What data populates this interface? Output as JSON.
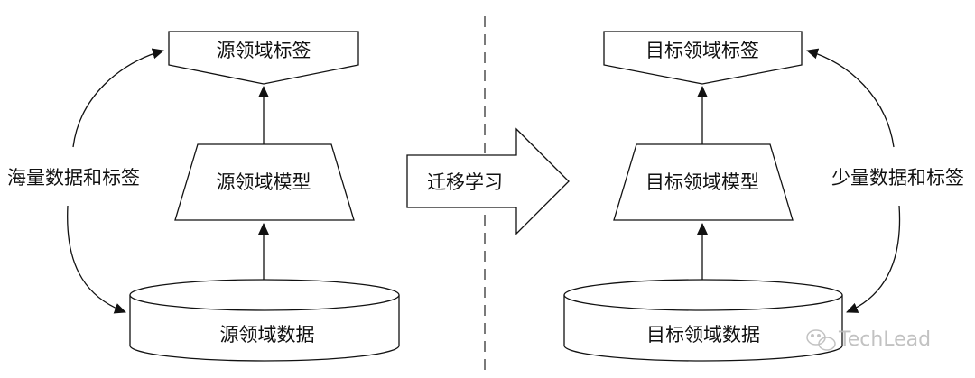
{
  "diagram": {
    "source": {
      "label_box": "源领域标签",
      "model_box": "源领域模型",
      "data_box": "源领域数据",
      "side_note": "海量数据和标签"
    },
    "transfer": {
      "label": "迁移学习"
    },
    "target": {
      "label_box": "目标领域标签",
      "model_box": "目标领域模型",
      "data_box": "目标领域数据",
      "side_note": "少量数据和标签"
    },
    "watermark": {
      "text": "TechLead"
    },
    "colors": {
      "stroke": "#111111",
      "divider": "#333333",
      "watermark": "#b8b8b8"
    }
  }
}
